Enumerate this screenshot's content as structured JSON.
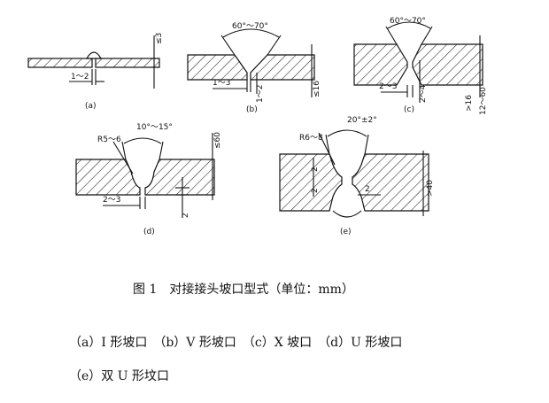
{
  "figure": {
    "caption": "图 1　对接接头坡口型式（单位：mm）",
    "legend_line1": "（a）I 形坡口　（b）V 形坡口　（c）X 坡口　（d）U 形坡口",
    "legend_line2": "（e）双 U 形坟口"
  },
  "panels": {
    "a": {
      "tag": "(a)",
      "gap": "1～2",
      "thickness": "≤3"
    },
    "b": {
      "tag": "(b)",
      "angle": "60°～70°",
      "gap": "1～3",
      "root": "1～2",
      "thickness": "≤16"
    },
    "c": {
      "tag": "(c)",
      "angle": "60°～70°",
      "gap": "2～3",
      "root": "2～4",
      "thickness": ">16",
      "thickness2": "12～60"
    },
    "d": {
      "tag": "(d)",
      "angle": "10°～15°",
      "radius": "R5～6",
      "gap": "2～3",
      "root": "2",
      "thickness": "≤60"
    },
    "e": {
      "tag": "(e)",
      "angle": "20°±2°",
      "radius": "R6～8",
      "root": "2",
      "root2": "2",
      "gap": "2",
      "thickness": ">40"
    }
  }
}
